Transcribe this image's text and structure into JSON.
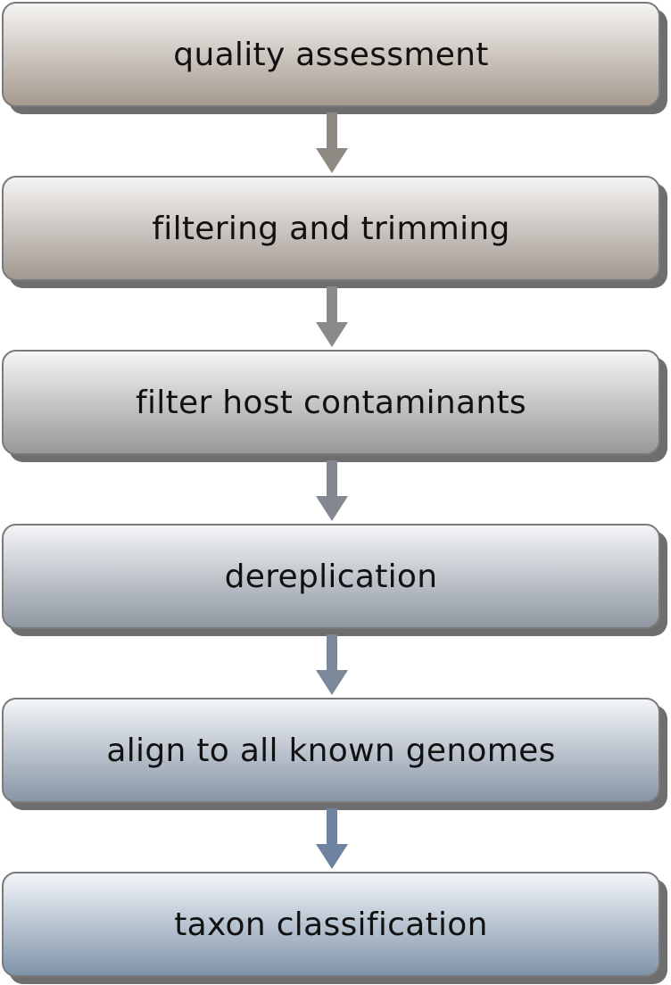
{
  "flowchart": {
    "steps": [
      {
        "label": "quality assessment",
        "colors": [
          "#f5f4f2",
          "#a69a8f"
        ]
      },
      {
        "label": "filtering and trimming",
        "colors": [
          "#f5f4f3",
          "#a29890"
        ]
      },
      {
        "label": "filter host contaminants",
        "colors": [
          "#f5f5f5",
          "#989899"
        ]
      },
      {
        "label": "dereplication",
        "colors": [
          "#f4f5f7",
          "#8f97a2"
        ]
      },
      {
        "label": "align to all known genomes",
        "colors": [
          "#f3f5f8",
          "#8795a6"
        ]
      },
      {
        "label": "taxon classification",
        "colors": [
          "#f2f5f9",
          "#7f93a9"
        ]
      }
    ],
    "arrow_colors": [
      "#8f8983",
      "#8b8a88",
      "#838890",
      "#7b8899",
      "#6f84a0"
    ],
    "shadow_color": "#6e6e6e",
    "border_color": "#7a7a7a"
  }
}
